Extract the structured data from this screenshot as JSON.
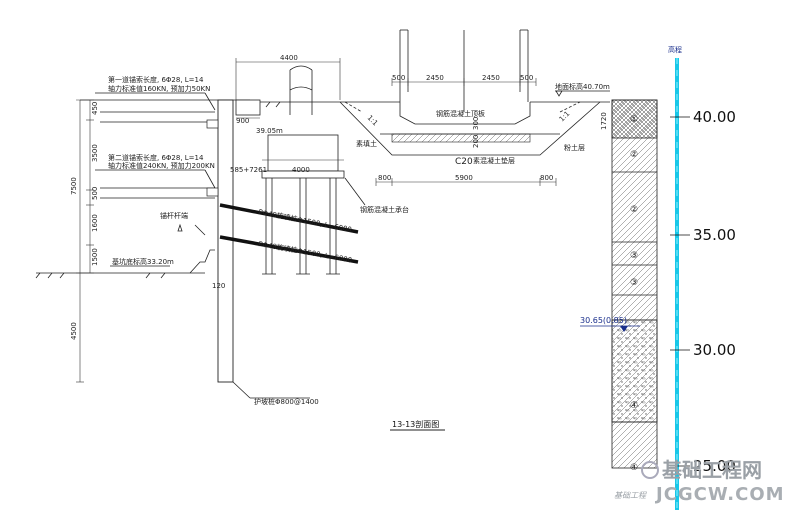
{
  "drawing": {
    "title": "13-13剖面图",
    "dims": {
      "top_4400": "4400",
      "w_500a": "500",
      "w_2450a": "2450",
      "w_2450b": "2450",
      "w_500b": "500",
      "left_7500": "7500",
      "left_450": "450",
      "left_3500": "3500",
      "left_500": "500",
      "left_1500": "1500",
      "left_1600": "1600",
      "left_4500": "4500",
      "pile_900": "900",
      "w_4000": "4000",
      "w_585": "585+7261",
      "b_800a": "800",
      "b_5900": "5900",
      "b_800b": "800",
      "h_1720": "1720",
      "h_200": "200",
      "h_300": "300",
      "h_120": "120"
    },
    "labels": {
      "anchor1_a": "第一道锚索长度, 6Φ28, L=14",
      "anchor1_b": "轴力标准值160KN, 预加力50KN",
      "anchor2_a": "第二道锚索长度, 6Φ28, L=14",
      "anchor2_b": "轴力标准值240KN, 预加力200KN",
      "elev_3905": "39.05m",
      "ground_elev": "地面标高40.70m",
      "embed_label": "锚杆杆端",
      "pile_label1": "PΦ48旋喷桩Φ1500, L=6000",
      "pile_label2": "PΦ48旋喷桩Φ1500, L=6000",
      "cushion": "C20",
      "cushion_note": "素混凝土垫层",
      "top_beam": "钢筋混凝土顶板",
      "left_note": "素填土",
      "right_note": "粉土层",
      "foundation_note": "钢筋混凝土承台",
      "bottom_elev": "基坑底标高33.20m",
      "pile_bottom": "护坡桩Φ800@1400",
      "slope_left": "1:1",
      "slope_right": "1:1"
    },
    "column": {
      "header": "高程",
      "elevations": [
        "40.00",
        "35.00",
        "30.00",
        "25.00"
      ],
      "water_level": "30.65(0.85)",
      "layers": [
        "①",
        "②",
        "②",
        "③",
        "③",
        "④",
        "④"
      ]
    },
    "watermark": {
      "cn": "基础工程网",
      "en": "JCGCW.COM",
      "small": "基础工程"
    }
  }
}
